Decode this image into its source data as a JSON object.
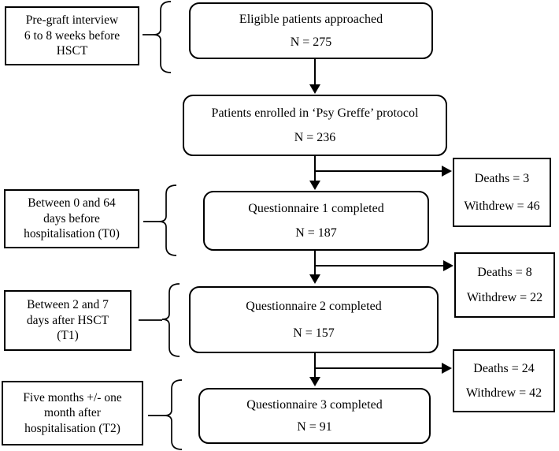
{
  "diagram": {
    "left_labels": [
      {
        "name": "pre-graft",
        "lines": [
          "Pre-graft interview",
          "6 to 8 weeks before",
          "HSCT"
        ]
      },
      {
        "name": "t0",
        "lines": [
          "Between 0 and 64",
          "days before",
          "hospitalisation (T0)"
        ]
      },
      {
        "name": "t1",
        "lines": [
          "Between 2 and 7",
          "days after HSCT",
          "(T1)"
        ]
      },
      {
        "name": "t2",
        "lines": [
          "Five months +/- one",
          "month after",
          "hospitalisation (T2)"
        ]
      }
    ],
    "flow_boxes": [
      {
        "title": "Eligible patients approached",
        "count": "N = 275"
      },
      {
        "title": "Patients enrolled in ‘Psy Greffe’ protocol",
        "count": "N = 236"
      },
      {
        "title": "Questionnaire 1 completed",
        "count": "N = 187"
      },
      {
        "title": "Questionnaire 2 completed",
        "count": "N = 157"
      },
      {
        "title": "Questionnaire 3 completed",
        "count": "N = 91"
      }
    ],
    "dropout_boxes": [
      {
        "deaths": "Deaths = 3",
        "withdrew": "Withdrew = 46"
      },
      {
        "deaths": "Deaths = 8",
        "withdrew": "Withdrew = 22"
      },
      {
        "deaths": "Deaths = 24",
        "withdrew": "Withdrew = 42"
      }
    ],
    "colors": {
      "line": "#000000",
      "background": "#ffffff",
      "text": "#000000"
    }
  }
}
